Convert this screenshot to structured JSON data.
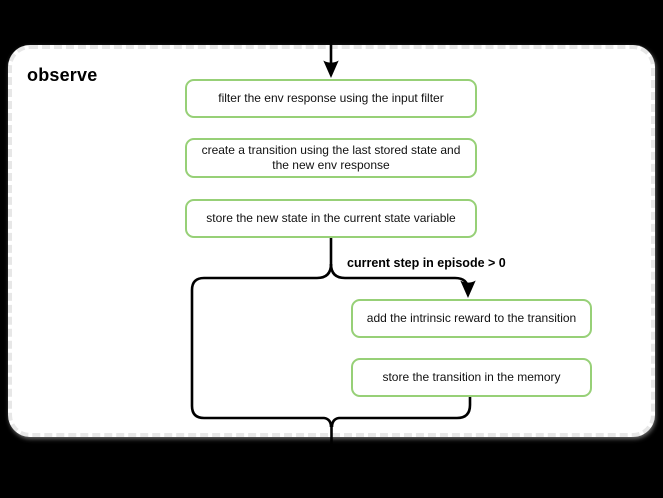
{
  "canvas": {
    "background_color": "#000000",
    "panel_background": "#ffffff",
    "panel_border_color": "#e7e7e7"
  },
  "diagram": {
    "title": "observe",
    "condition_label": "current step in episode > 0",
    "node_border_color": "#97d077",
    "connector_color": "#000000",
    "nodes": [
      {
        "id": "filter",
        "label": "filter the env response using the input filter"
      },
      {
        "id": "create",
        "label": "create a transition using the last stored state and the new env response"
      },
      {
        "id": "store-state",
        "label": "store the new state in the current state variable"
      },
      {
        "id": "add-reward",
        "label": "add the intrinsic reward to the transition"
      },
      {
        "id": "store-transition",
        "label": "store the transition in the memory"
      }
    ]
  }
}
